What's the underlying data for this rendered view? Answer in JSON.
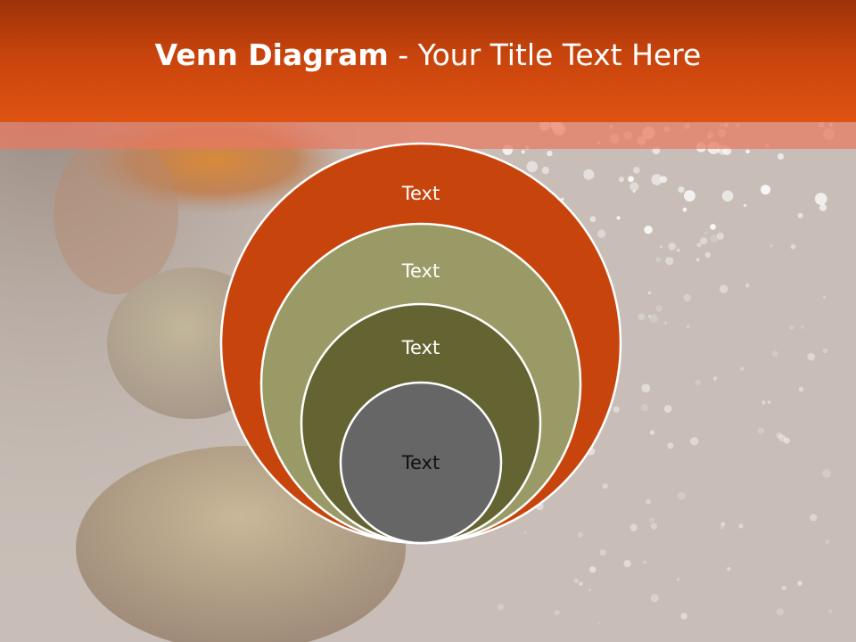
{
  "slide": {
    "title_bold": "Venn Diagram",
    "title_rest": " - Your Title Text Here",
    "colors": {
      "header": "#c8440d",
      "circle_outer": "#c8440d",
      "circle_second": "#9a9a66",
      "circle_third": "#646332",
      "circle_inner": "#666666",
      "outline": "#ffffff"
    }
  },
  "diagram": {
    "circles": [
      {
        "label": "Text"
      },
      {
        "label": "Text"
      },
      {
        "label": "Text"
      },
      {
        "label": "Text"
      }
    ]
  }
}
